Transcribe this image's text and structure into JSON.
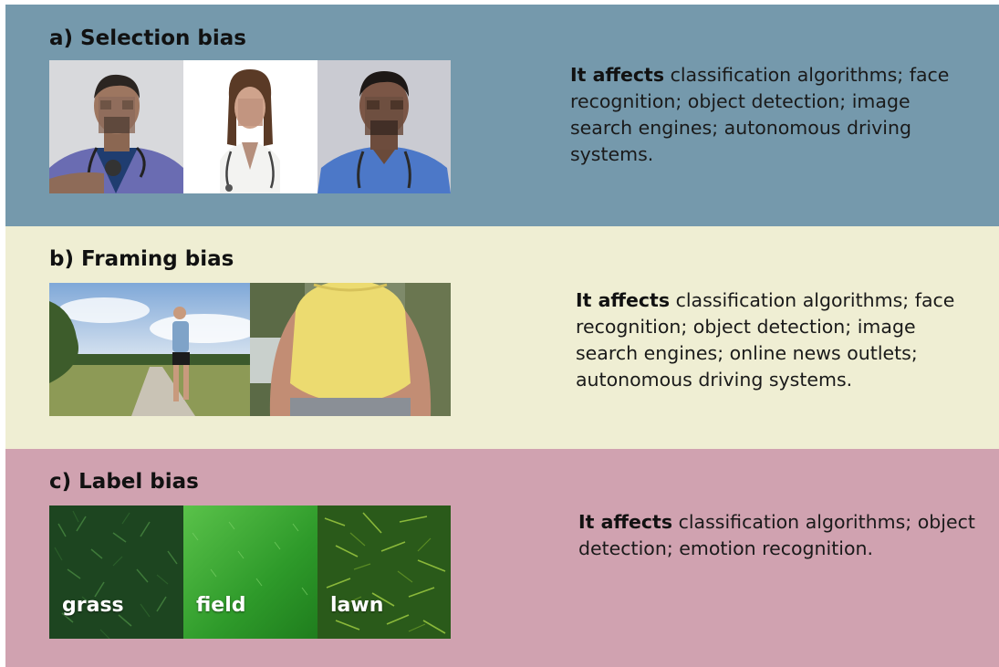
{
  "panels": {
    "a": {
      "title": "a) Selection bias",
      "affects_lead": "It affects",
      "affects_rest": " classification algorithms; face recognition; object detection; image search engines;  autonomous driving systems."
    },
    "b": {
      "title": "b) Framing bias",
      "affects_lead": "It affects",
      "affects_rest": " classification algorithms; face recognition; object detection; image search engines;  online news outlets; autonomous driving systems."
    },
    "c": {
      "title": "c) Label bias",
      "affects_lead": "It affects",
      "affects_rest": " classification algorithms; object detection; emotion recognition.",
      "labels": [
        "grass",
        "field",
        "lawn"
      ]
    }
  },
  "colors": {
    "panel_a": "#7599ac",
    "panel_b": "#efeed3",
    "panel_c": "#d0a2b0"
  },
  "icons": [
    "doctor-photo-icon",
    "runner-photo-icon",
    "person-photo-icon",
    "grass-photo-icon"
  ]
}
